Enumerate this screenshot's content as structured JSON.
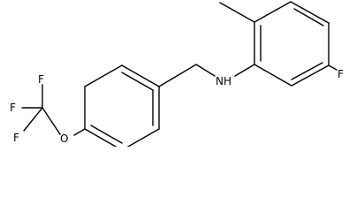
{
  "molecule": {
    "atoms": {
      "fluoro_ring": "F",
      "amine": "NH",
      "oxygen": "O",
      "cf3_fluorine_top": "F",
      "cf3_fluorine_left": "F",
      "cf3_fluorine_bottom": "F"
    }
  }
}
